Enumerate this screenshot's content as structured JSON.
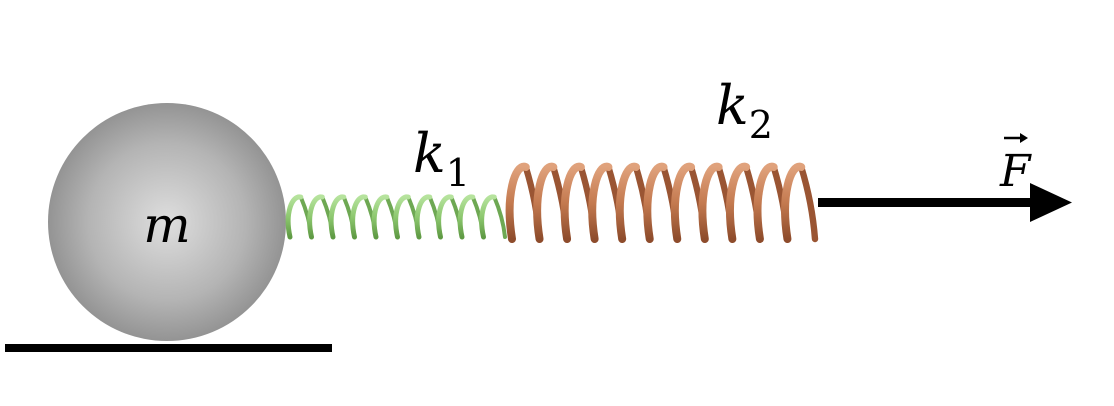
{
  "mass": {
    "label": "m",
    "color": "#a9a9a9"
  },
  "spring1": {
    "symbol": "k",
    "subscript": "1",
    "color": "#8fca73"
  },
  "spring2": {
    "symbol": "k",
    "subscript": "2",
    "color": "#c9825a"
  },
  "force": {
    "symbol": "F",
    "color": "#000000"
  },
  "ground": {
    "color": "#000000"
  }
}
